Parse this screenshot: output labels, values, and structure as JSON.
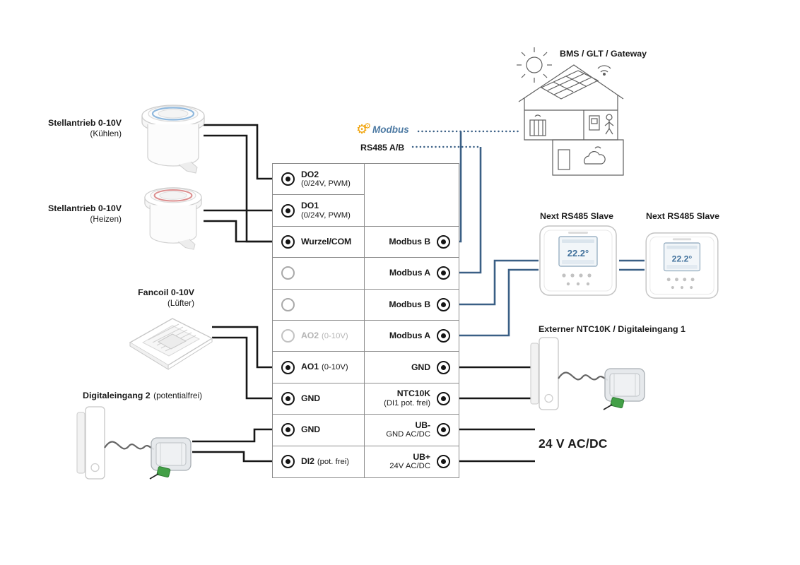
{
  "colors": {
    "wire_black": "#161616",
    "wire_blue": "#3a5f85",
    "modbus_gear_yellow": "#f0a30a",
    "modbus_text_blue": "#4d7aa3",
    "cooling_ring": "#8fb8dd",
    "heating_ring": "#dc8f8f"
  },
  "header": {
    "bms_label": "BMS / GLT / Gateway",
    "modbus_logo_text": "Modbus",
    "rs485_label": "RS485 A/B"
  },
  "left_devices": {
    "actuator_cooling": {
      "title": "Stellantrieb 0-10V",
      "subtitle": "(Kühlen)"
    },
    "actuator_heating": {
      "title": "Stellantrieb 0-10V",
      "subtitle": "(Heizen)"
    },
    "fancoil": {
      "title": "Fancoil 0-10V",
      "subtitle": "(Lüfter)"
    },
    "digital_input_2": {
      "title": "Digitaleingang 2",
      "subtitle": "(potentialfrei)"
    }
  },
  "right_devices": {
    "slave1_label": "Next RS485 Slave",
    "slave2_label": "Next RS485 Slave",
    "ntc_label": "Externer NTC10K / Digitaleingang 1",
    "power_label": "24 V AC/DC",
    "thermostat_display": "22.2°"
  },
  "terminal_block": {
    "rows": [
      {
        "left_label": "DO2",
        "left_sub": "(0/24V, PWM)"
      },
      {
        "left_label": "DO1",
        "left_sub": "(0/24V, PWM)"
      },
      {
        "left_label": "Wurzel/COM",
        "right_label": "Modbus B"
      },
      {
        "right_label": "Modbus A"
      },
      {
        "right_label": "Modbus B"
      },
      {
        "left_label": "AO2",
        "left_sub_inline": "(0-10V)",
        "right_label": "Modbus A"
      },
      {
        "left_label": "AO1",
        "left_sub_inline": "(0-10V)",
        "right_label": "GND"
      },
      {
        "left_label": "GND",
        "right_label": "NTC10K",
        "right_sub": "(DI1 pot. frei)"
      },
      {
        "left_label": "GND",
        "right_label": "UB-",
        "right_sub": "GND AC/DC"
      },
      {
        "left_label": "DI2",
        "left_sub_inline": "(pot. frei)",
        "right_label": "UB+",
        "right_sub": "24V AC/DC"
      }
    ]
  }
}
